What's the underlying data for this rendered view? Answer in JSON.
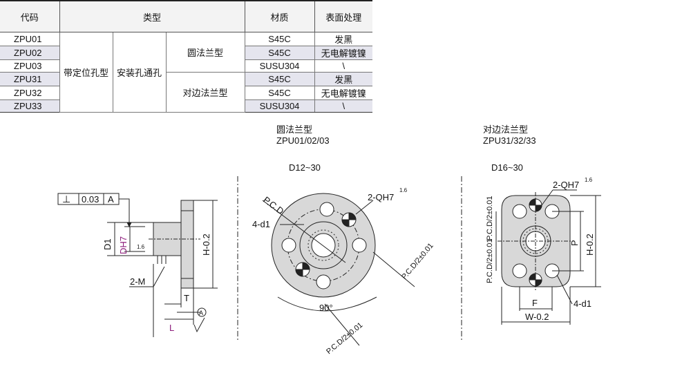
{
  "table": {
    "headers": [
      "代码",
      "类型",
      "材质",
      "表面处理"
    ],
    "group_type": "带定位孔型",
    "group_mount": "安装孔通孔",
    "flange_round": "圆法兰型",
    "flange_square": "对边法兰型",
    "rows": [
      {
        "code": "ZPU01",
        "material": "S45C",
        "surface": "发黑"
      },
      {
        "code": "ZPU02",
        "material": "S45C",
        "surface": "无电解镀镍"
      },
      {
        "code": "ZPU03",
        "material": "SUSU304",
        "surface": "\\"
      },
      {
        "code": "ZPU31",
        "material": "S45C",
        "surface": "发黑"
      },
      {
        "code": "ZPU32",
        "material": "S45C",
        "surface": "无电解镀镍"
      },
      {
        "code": "ZPU33",
        "material": "SUSU304",
        "surface": "\\"
      }
    ]
  },
  "round_view": {
    "title": "圆法兰型",
    "codes": "ZPU01/02/03",
    "range": "D12~30",
    "pcd": "P.C.D",
    "holes": "4-d1",
    "pin": "2-QH7",
    "angle": "90°",
    "half_pcd": "P.C.D/2±0.01",
    "roughness": "1.6"
  },
  "square_view": {
    "title": "对边法兰型",
    "codes": "ZPU31/32/33",
    "range": "D16~30",
    "pin": "2-QH7",
    "holes": "4-d1",
    "half_pcd": "P.C.D/2±0.01",
    "p": "P",
    "h": "H-0.2",
    "f": "F",
    "w": "W-0.2",
    "roughness": "1.6"
  },
  "side_view": {
    "tolerance_symbol": "⊥",
    "tolerance_value": "0.03",
    "datum": "A",
    "d1": "D1",
    "dh7": "DH7",
    "h": "H-0.2",
    "thread": "2-M",
    "t": "T",
    "l": "L",
    "datum_circle": "A",
    "roughness": "1.6"
  },
  "colors": {
    "accent": "#8b1a7a",
    "line": "#222222",
    "fill": "#d8d8d8"
  }
}
